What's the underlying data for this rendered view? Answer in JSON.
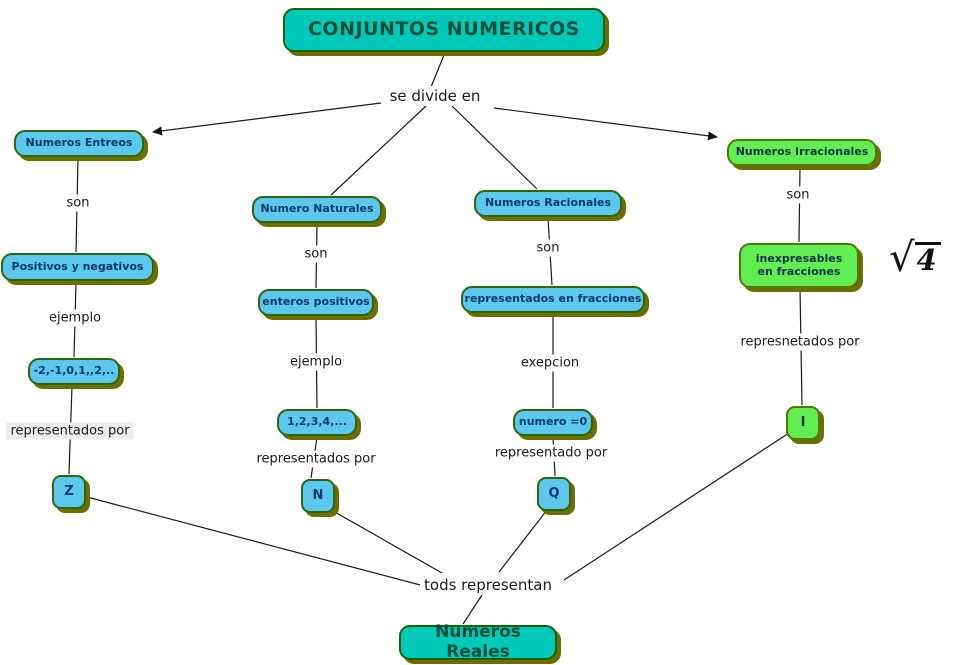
{
  "map_title": "CONJUNTOS NUMERICOS",
  "colors": {
    "concept_blue": "#5cc8ef",
    "concept_green": "#62ed52",
    "concept_teal": "#00c9b9",
    "border_green": "#2f6609",
    "shadow_olive": "#6e6e00",
    "text_navy": "#0a3a67",
    "line_black": "#1a1a1a"
  },
  "nodes": {
    "root": "CONJUNTOS NUMERICOS",
    "enteros": "Numeros Entreos",
    "naturales": "Numero Naturales",
    "racionales": "Numeros Racionales",
    "irracionales": "Numeros Irracionales",
    "positivos_negativos": "Positivos y negativos",
    "enteros_positivos": "enteros positivos",
    "representados_en_fracciones": "representados en fracciones",
    "inexpresables_en_fracciones": "inexpresables en fracciones",
    "ejemplo_enteros": "-2,-1,0,1,,2,..",
    "ejemplo_naturales": "1,2,3,4,...",
    "numero_cero": "numero =0",
    "letra_z": "Z",
    "letra_n": "N",
    "letra_q": "Q",
    "letra_i": "I",
    "reales": "Numeros Reales"
  },
  "links": {
    "se_divide_en": "se divide en",
    "son_enteros": "son",
    "son_naturales": "son",
    "son_racionales": "son",
    "son_irracionales": "son",
    "ejemplo_left": "ejemplo",
    "ejemplo_mid": "ejemplo",
    "exepcion": "exepcion",
    "representados_por_left": "representados por",
    "representados_por_mid": "representados por",
    "representado_por": "representado por",
    "represnetados_por": "represnetados por",
    "tods_representan": "tods representan"
  },
  "annotation": {
    "radical": "√",
    "radicand": "4"
  }
}
